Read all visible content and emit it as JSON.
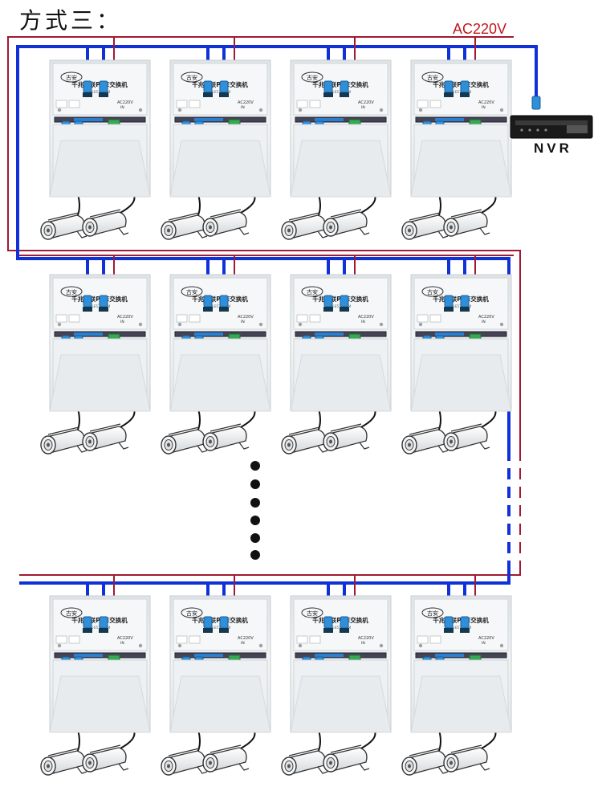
{
  "title": "方式三：",
  "power_label": "AC220V",
  "nvr_label": "NVR",
  "switch_box": {
    "brand": "古安",
    "name": "千兆串联POE交换机",
    "sub": "SK-E5708-4M",
    "power_port_label": "AC220V",
    "power_port_sub": "IN"
  },
  "colors": {
    "network_cable": "#1030d8",
    "power_cable": "#a11a32",
    "connector": "#2f8fd8",
    "box_face": "#e6ebee",
    "camera_body": "#f0f2f3"
  },
  "rows": 3,
  "boxes_per_row": 4,
  "cameras_per_box": 2,
  "continuation": "ellipsis"
}
